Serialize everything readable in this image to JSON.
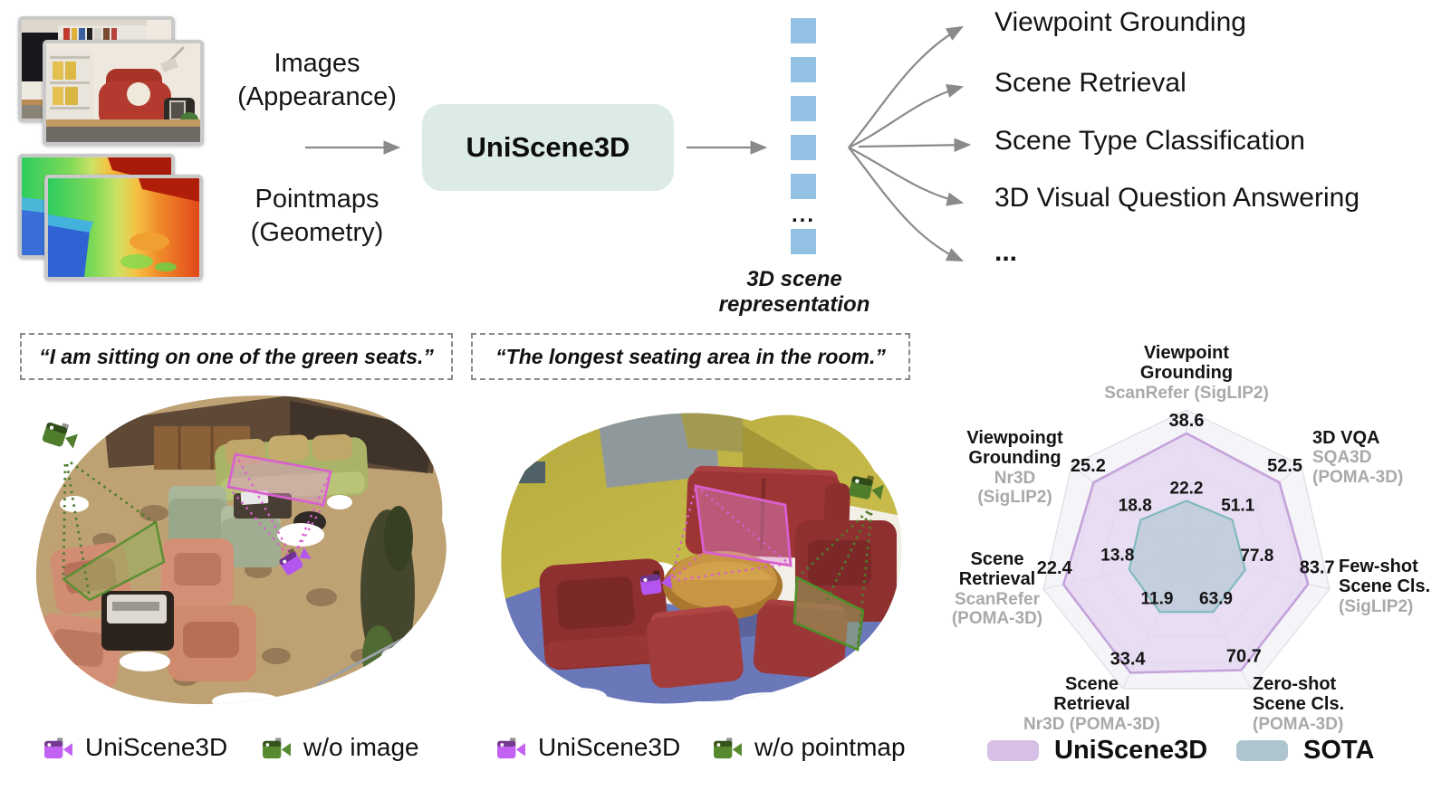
{
  "figure": {
    "pipeline": {
      "input_images_label": "Images\n(Appearance)",
      "input_pointmaps_label": "Pointmaps\n(Geometry)",
      "model_name": "UniScene3D",
      "model_box_color": "#dcebe8",
      "token_color": "#92c1e4",
      "token_ellipsis": "...",
      "representation_caption": "3D scene representation",
      "tasks": [
        "Viewpoint Grounding",
        "Scene Retrieval",
        "Scene Type Classification",
        "3D Visual Question Answering",
        "..."
      ]
    },
    "examples": [
      {
        "caption": "“I am sitting on one of the green seats.”",
        "legend": [
          {
            "label": "UniScene3D",
            "color": "#c261f2"
          },
          {
            "label": "w/o image",
            "color": "#578a2e"
          }
        ]
      },
      {
        "caption": "“The longest seating area in the room.”",
        "legend": [
          {
            "label": "UniScene3D",
            "color": "#c261f2"
          },
          {
            "label": "w/o pointmap",
            "color": "#578a2e"
          }
        ]
      }
    ]
  },
  "chart_data": {
    "type": "radar",
    "title": "",
    "grid": {
      "shape": "heptagon",
      "rings": 5,
      "ring_color": "#dddde4",
      "background": "#f5f4f8"
    },
    "axes": [
      {
        "title": "Viewpoint\nGrounding",
        "subtitle": "ScanRefer (SigLIP2)"
      },
      {
        "title": "3D VQA",
        "subtitle": "SQA3D\n(POMA-3D)"
      },
      {
        "title": "Few-shot\nScene Cls.",
        "subtitle": "(SigLIP2)"
      },
      {
        "title": "Zero-shot\nScene Cls.",
        "subtitle": "(POMA-3D)"
      },
      {
        "title": "Scene\nRetrieval",
        "subtitle": "Nr3D (POMA-3D)"
      },
      {
        "title": "Scene\nRetrieval",
        "subtitle": "ScanRefer\n(POMA-3D)"
      },
      {
        "title": "Viewpoingt\nGrounding",
        "subtitle": "Nr3D (SigLIP2)"
      }
    ],
    "series": [
      {
        "name": "UniScene3D",
        "values": [
          38.6,
          52.5,
          83.7,
          70.7,
          33.4,
          22.4,
          25.2
        ],
        "radial_fractions": [
          0.84,
          0.81,
          0.85,
          0.86,
          0.88,
          0.86,
          0.81
        ],
        "stroke": "#c4a3da",
        "fill": "rgba(227,214,240,0.75)",
        "legend_color": "#d7c0e6"
      },
      {
        "name": "SOTA",
        "values": [
          22.2,
          51.1,
          77.8,
          63.9,
          11.9,
          13.8,
          18.8
        ],
        "radial_fractions": [
          0.38,
          0.4,
          0.41,
          0.42,
          0.42,
          0.4,
          0.4
        ],
        "stroke": "#7cb9bb",
        "fill": "rgba(172,196,207,0.60)",
        "legend_color": "#aec4cf"
      }
    ],
    "legend": [
      "UniScene3D",
      "SOTA"
    ],
    "legend_position": "bottom"
  }
}
